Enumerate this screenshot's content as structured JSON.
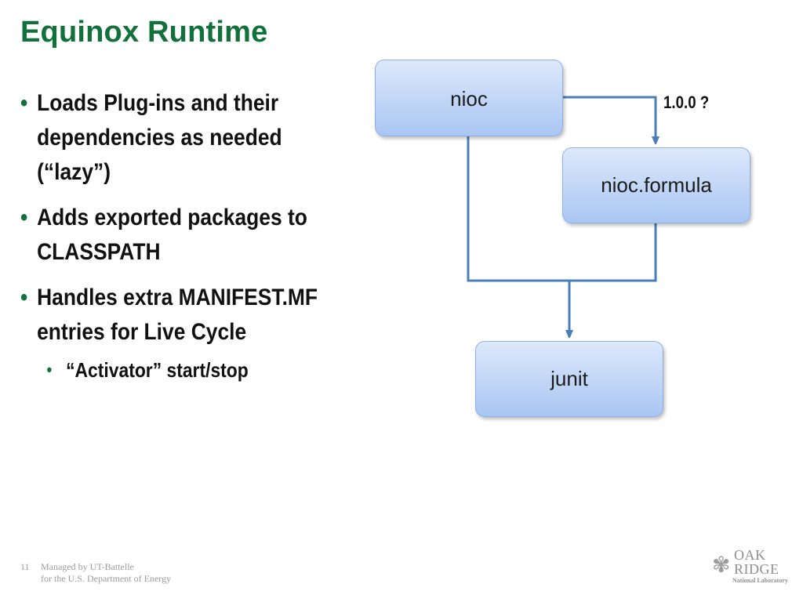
{
  "slide": {
    "title": "Equinox Runtime",
    "bullets": [
      "Loads Plug-ins and their dependencies as needed (“lazy”)",
      "Adds exported packages to CLASSPATH",
      "Handles extra MANIFEST.MF entries for Live Cycle"
    ],
    "sub_bullets": [
      "“Activator” start/stop"
    ],
    "bullet_glyph": "•"
  },
  "diagram": {
    "nodes": {
      "nioc": "nioc",
      "nioc_formula": "nioc.formula",
      "junit": "junit"
    },
    "edge_label": "1.0.0 ?",
    "connector_color": "#4a7ebb",
    "box_fill_top": "#dde8fb",
    "box_fill_bottom": "#a9c6f3"
  },
  "footer": {
    "slide_number": "11",
    "line1": "Managed by UT-Battelle",
    "line2": "for the U.S. Department of Energy"
  },
  "logo": {
    "word1": "OAK",
    "word2": "RIDGE",
    "tagline": "National Laboratory",
    "icon": "leaf-icon"
  },
  "colors": {
    "title": "#12703a",
    "text": "#111111",
    "footer": "#9b9b9b"
  }
}
